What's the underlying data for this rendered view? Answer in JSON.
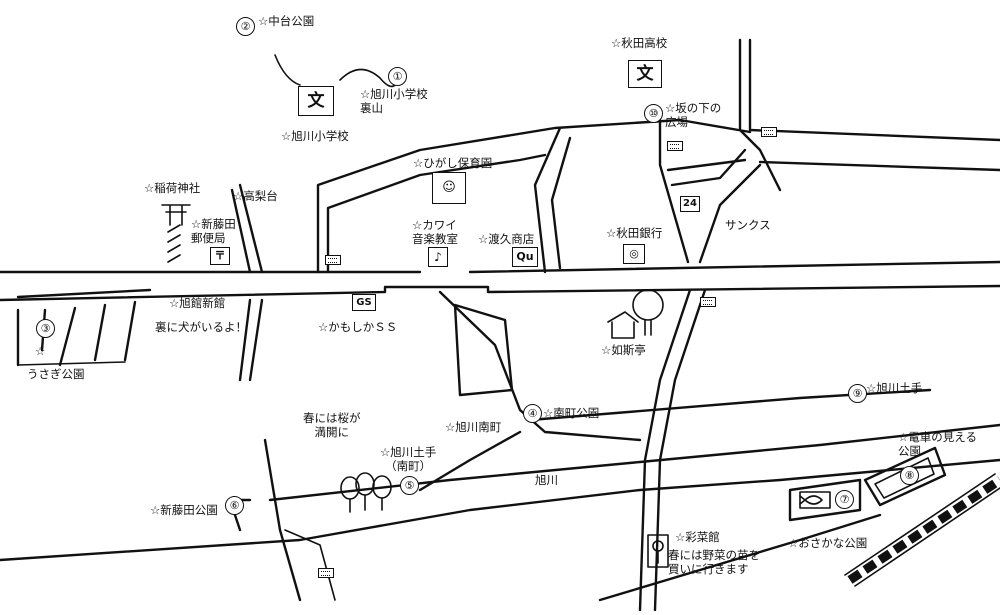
{
  "map": {
    "places": [
      {
        "id": "p2",
        "number": "②",
        "label": "☆中台公園"
      },
      {
        "id": "p1",
        "number": "①",
        "label": "☆旭川小学校\n裏山"
      },
      {
        "id": "asahikawa_es",
        "label": "☆旭川小学校"
      },
      {
        "id": "akita_hs",
        "label": "☆秋田高校"
      },
      {
        "id": "p10",
        "number": "⑩",
        "label": "☆坂の下の\n広場"
      },
      {
        "id": "higashi",
        "label": "☆ひがし保育園"
      },
      {
        "id": "inari",
        "label": "☆稲荷神社"
      },
      {
        "id": "takanashi",
        "label": "☆高梨台"
      },
      {
        "id": "post",
        "label": "☆新藤田\n郵便局"
      },
      {
        "id": "kawai",
        "label": "☆カワイ\n音楽教室"
      },
      {
        "id": "watakyu",
        "label": "☆渡久商店"
      },
      {
        "id": "akita_bank",
        "label": "☆秋田銀行"
      },
      {
        "id": "sunkus",
        "label": "サンクス"
      },
      {
        "id": "kyokan",
        "label": "☆旭館新館"
      },
      {
        "id": "dog",
        "label": "裏に犬がいるよ！"
      },
      {
        "id": "p3",
        "number": "③",
        "label": "☆"
      },
      {
        "id": "usagi",
        "label": "うさぎ公園"
      },
      {
        "id": "kamoshika",
        "label": "☆かもしかＳＳ"
      },
      {
        "id": "joshitei",
        "label": "☆如斯亭"
      },
      {
        "id": "p9",
        "number": "⑨",
        "label": "☆旭川土手"
      },
      {
        "id": "p4",
        "number": "④",
        "label": "☆南町公園"
      },
      {
        "id": "sakura",
        "label": "春には桜が\n満開に"
      },
      {
        "id": "minamimachi",
        "label": "☆旭川南町"
      },
      {
        "id": "dote",
        "label": "☆旭川土手\n（南町）"
      },
      {
        "id": "p5",
        "number": "⑤",
        "label": ""
      },
      {
        "id": "densha",
        "label": "☆電車の見える\n公園"
      },
      {
        "id": "p8",
        "number": "⑧",
        "label": ""
      },
      {
        "id": "river",
        "label": "旭川"
      },
      {
        "id": "p6",
        "number": "⑥",
        "label": "☆新藤田公園"
      },
      {
        "id": "saisai",
        "label": "☆彩菜館"
      },
      {
        "id": "naeki",
        "label": "春には野菜の苗を\n買いに行きます"
      },
      {
        "id": "p7",
        "number": "⑦",
        "label": ""
      },
      {
        "id": "osakana",
        "label": "☆おさかな公園"
      }
    ],
    "signs": {
      "school1": "文",
      "school2": "文",
      "gs": "GS",
      "qu": "Qu",
      "convenience": "24"
    },
    "icons": [
      "school-icon",
      "shrine-icon",
      "post-office-icon",
      "music-note-icon",
      "bank-icon",
      "gas-station-icon",
      "tree-icon",
      "flower-icon",
      "fish-icon",
      "bus-stop-icon",
      "railway-icon"
    ]
  }
}
